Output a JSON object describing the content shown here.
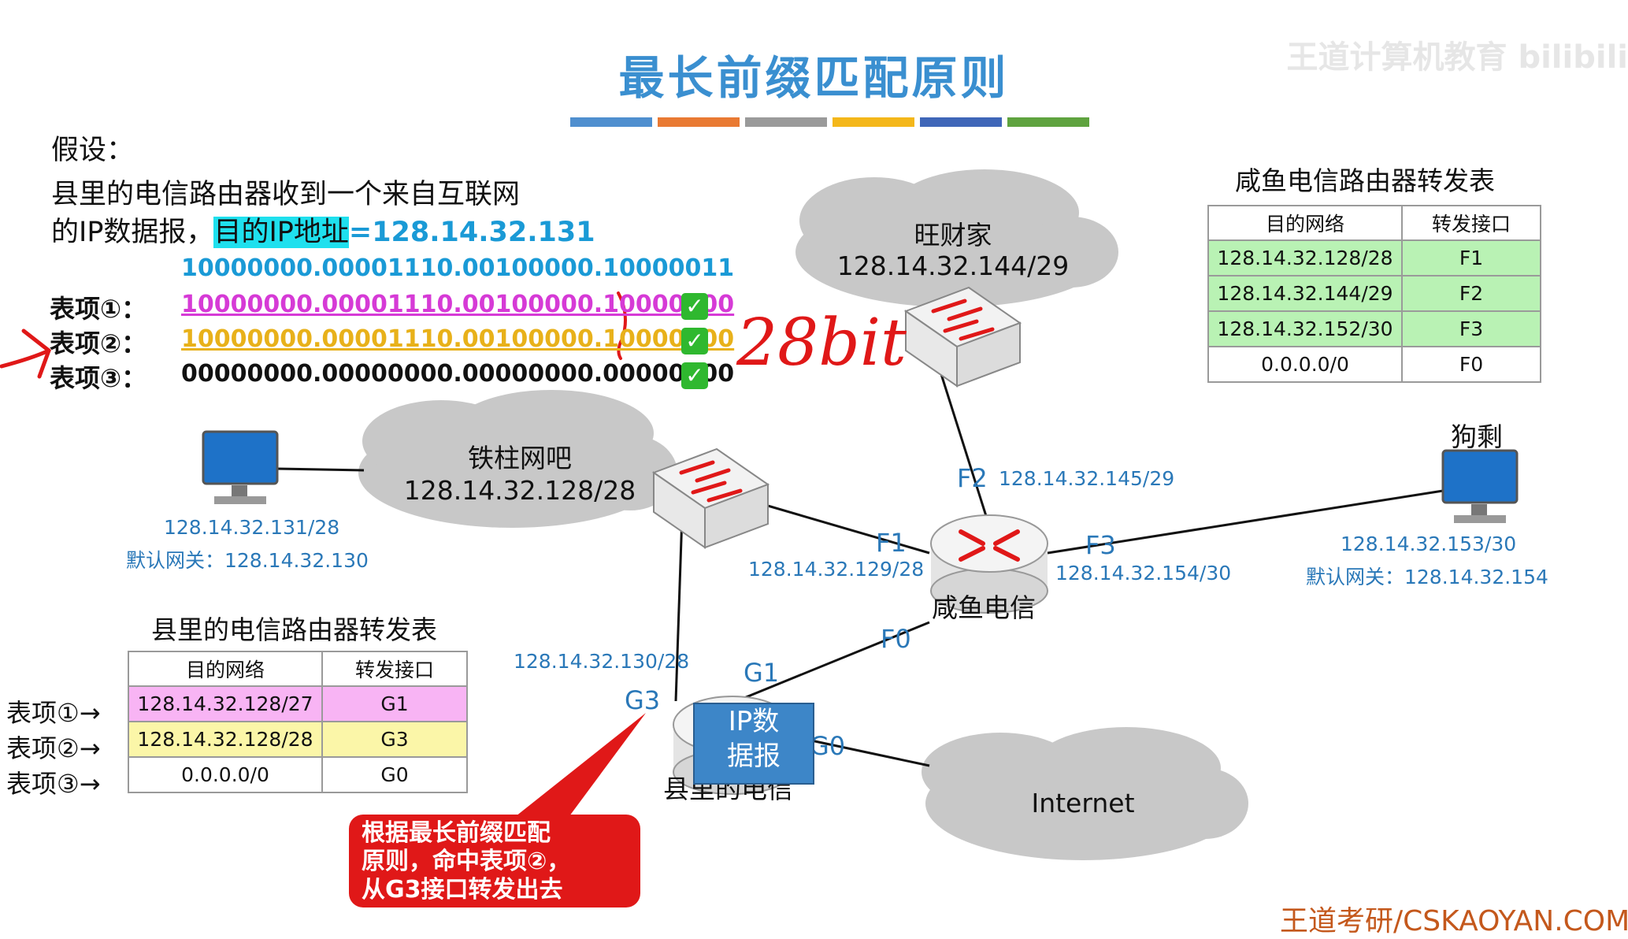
{
  "title": "最长前缀匹配原则",
  "watermark": "王道计算机教育 bilibili",
  "title_bar_colors": [
    "#4f8fcf",
    "#e97a33",
    "#9a9a9a",
    "#f4b71a",
    "#3f66b8",
    "#5fa33f"
  ],
  "assumption": {
    "heading": "假设：",
    "line1": "县里的电信路由器收到一个来自互联网",
    "line2_prefix": "的IP数据报，",
    "dest_label": "目的IP地址",
    "dest_value": "=128.14.32.131"
  },
  "binary_dest": "10000000.00001110.00100000.10000011",
  "entries": [
    {
      "label": "表项①：",
      "binary": "10000000.00001110.00100000.10000000",
      "color": "#d63ad6",
      "check": "✓"
    },
    {
      "label": "表项②：",
      "binary": "10000000.00001110.00100000.10000000",
      "color": "#e8b11a",
      "check": "✓"
    },
    {
      "label": "表项③：",
      "binary": "00000000.00000000.00000000.00000000",
      "color": "#111111",
      "check": "✓"
    }
  ],
  "handwritten": "28bit",
  "clouds": {
    "wangcai": {
      "name": "旺财家",
      "net": "128.14.32.144/29"
    },
    "tiezhu": {
      "name": "铁柱网吧",
      "net": "128.14.32.128/28"
    },
    "internet": {
      "name": "Internet"
    }
  },
  "hosts": {
    "left": {
      "ip": "128.14.32.131/28",
      "gateway": "默认网关：128.14.32.130"
    },
    "right": {
      "name": "狗剩",
      "ip": "128.14.32.153/30",
      "gateway": "默认网关：128.14.32.154"
    }
  },
  "routers": {
    "xianyu": {
      "name": "咸鱼电信"
    },
    "county": {
      "name": "县里的电信"
    }
  },
  "interfaces": {
    "f2": {
      "name": "F2",
      "ip": "128.14.32.145/29"
    },
    "f1": {
      "name": "F1",
      "ip": "128.14.32.129/28"
    },
    "f3": {
      "name": "F3",
      "ip": "128.14.32.154/30"
    },
    "f0": {
      "name": "F0"
    },
    "g1": {
      "name": "G1"
    },
    "g3": {
      "name": "G3",
      "ip": "128.14.32.130/28"
    },
    "g0": {
      "name": "G0"
    }
  },
  "packet": {
    "line1": "IP数",
    "line2": "据报"
  },
  "xianyu_table": {
    "title": "咸鱼电信路由器转发表",
    "headers": [
      "目的网络",
      "转发接口"
    ],
    "rows": [
      {
        "net": "128.14.32.128/28",
        "iface": "F1",
        "bg": "#b9f2b4"
      },
      {
        "net": "128.14.32.144/29",
        "iface": "F2",
        "bg": "#b9f2b4"
      },
      {
        "net": "128.14.32.152/30",
        "iface": "F3",
        "bg": "#b9f2b4"
      },
      {
        "net": "0.0.0.0/0",
        "iface": "F0",
        "bg": "#ffffff"
      }
    ]
  },
  "county_table": {
    "title": "县里的电信路由器转发表",
    "headers": [
      "目的网络",
      "转发接口"
    ],
    "rows": [
      {
        "label": "表项①→",
        "net": "128.14.32.128/27",
        "iface": "G1",
        "bg": "#f8b4f4"
      },
      {
        "label": "表项②→",
        "net": "128.14.32.128/28",
        "iface": "G3",
        "bg": "#fbf6a8"
      },
      {
        "label": "表项③→",
        "net": "0.0.0.0/0",
        "iface": "G0",
        "bg": "#ffffff"
      }
    ]
  },
  "callout": {
    "line1": "根据最长前缀匹配",
    "line2": "原则，命中表项②，",
    "line3": "从G3接口转发出去"
  },
  "footer": "王道考研/CSKAOYAN.COM"
}
